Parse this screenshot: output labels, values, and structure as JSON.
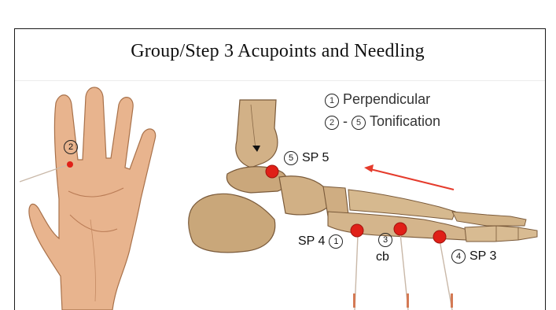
{
  "title": "Group/Step 3 Acupoints and Needling",
  "legend": {
    "line1_mark": "1",
    "line1_text": "Perpendicular",
    "line2_mark_a": "2",
    "line2_mark_b": "5",
    "line2_text": "Tonification"
  },
  "points": {
    "hand_mark": "2",
    "sp5_mark": "5",
    "sp5_label": "SP 5",
    "sp4_mark": "1",
    "sp4_label": "SP 4",
    "cb_mark": "3",
    "cb_label": "cb",
    "sp3_mark": "4",
    "sp3_label": "SP 3"
  },
  "colors": {
    "point": "#e02018",
    "arrow": "#e53b2c",
    "bone": "#c9a77a",
    "skin": "#e8b48e"
  }
}
